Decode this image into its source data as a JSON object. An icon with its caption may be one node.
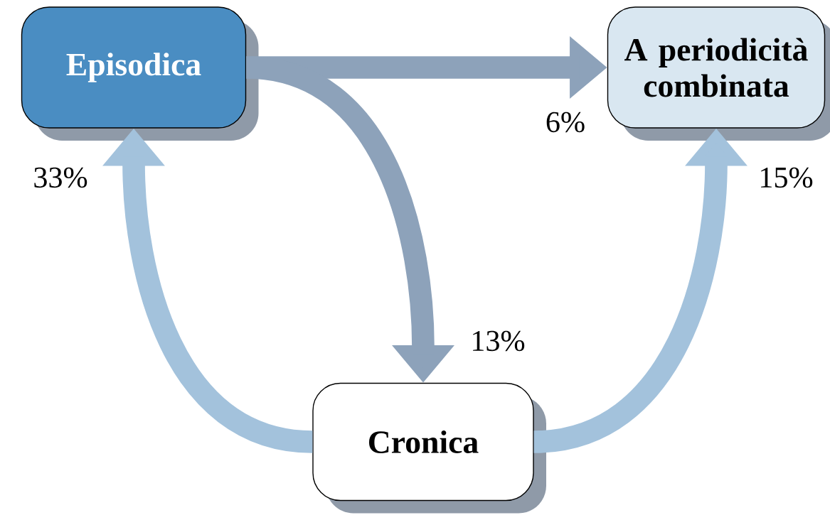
{
  "diagram": {
    "nodes": [
      {
        "text": [
          "Episodica"
        ]
      },
      {
        "text": [
          "A periodicità combinata"
        ]
      },
      {
        "text": [
          "Cronica"
        ]
      }
    ],
    "edges": [
      {
        "from": 0,
        "to": 1,
        "arrow": "to",
        "label": "6%",
        "color": "#8da2ba"
      },
      {
        "from": 0,
        "to": 2,
        "arrow": "to",
        "label": "13%",
        "color": "#8da2ba"
      },
      {
        "from": 2,
        "to": 0,
        "arrow": "to",
        "label": "33%",
        "color": "#a3c2dc"
      },
      {
        "from": 2,
        "to": 1,
        "arrow": "to",
        "label": "15%",
        "color": "#a3c2dc"
      }
    ]
  }
}
